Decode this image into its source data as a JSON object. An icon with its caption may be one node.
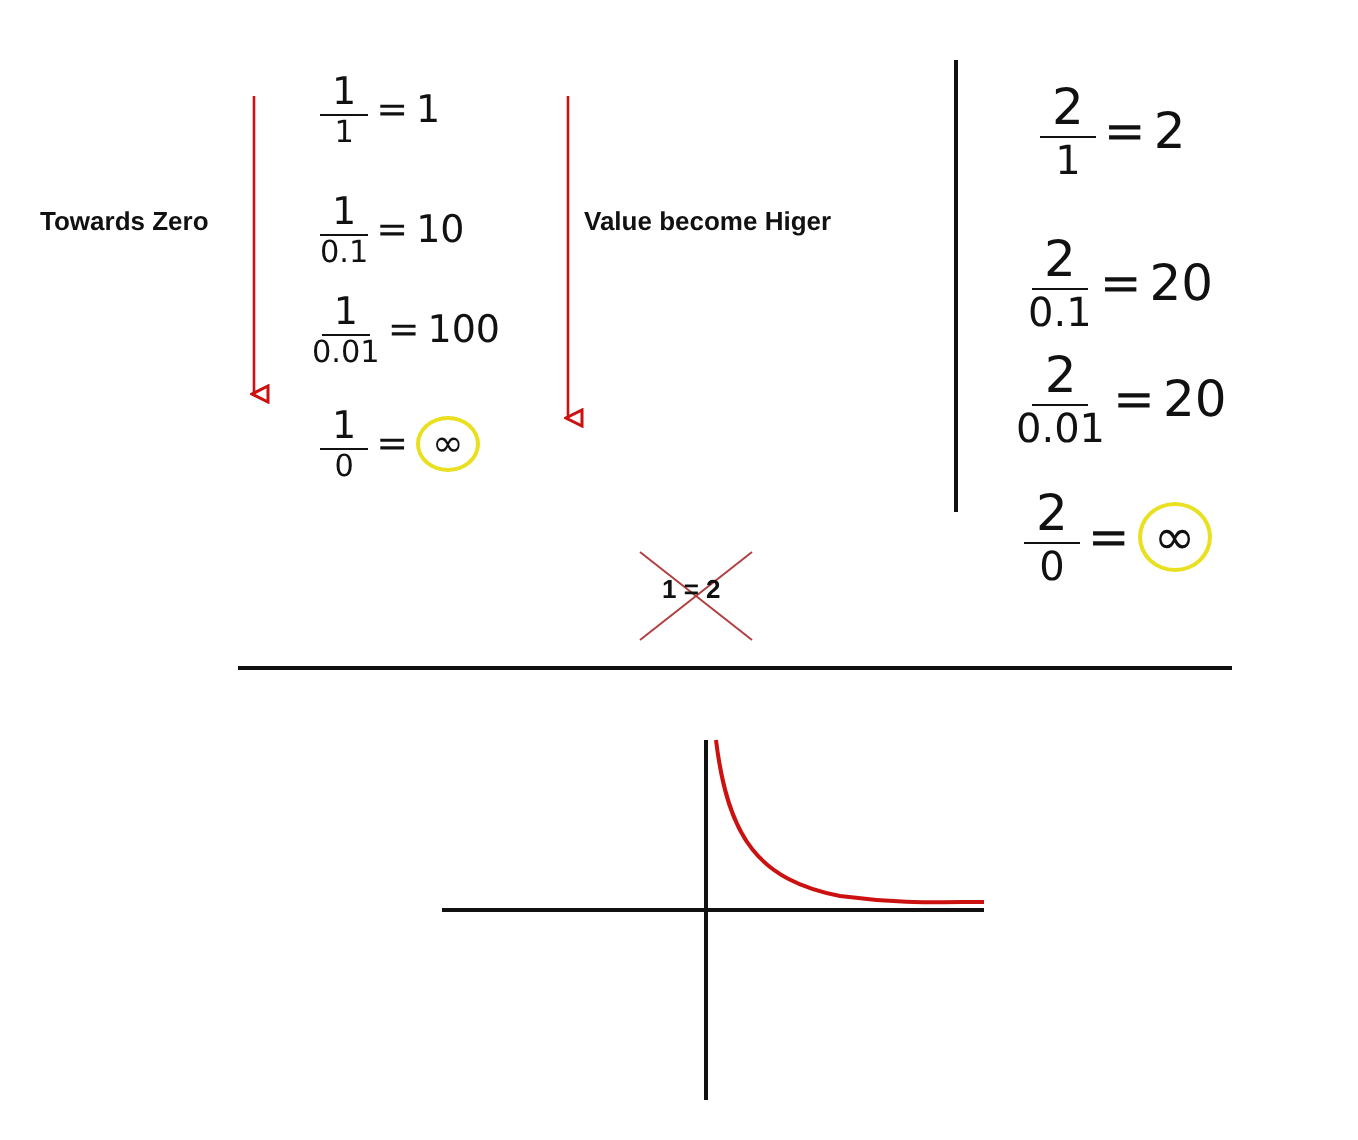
{
  "diagram": {
    "labels": [
      "Towards Zero",
      "1",
      "1",
      "=",
      "1",
      "1",
      "0.1",
      "=",
      "10",
      "1",
      "0.01",
      "=",
      "100",
      "1",
      "0",
      "=",
      "∞",
      "Value become Higer",
      "2",
      "1",
      "=",
      "2",
      "2",
      "0.1",
      "=",
      "20",
      "2",
      "0.01",
      "=",
      "20",
      "2",
      "0",
      "=",
      "∞",
      "1 = 2"
    ]
  }
}
